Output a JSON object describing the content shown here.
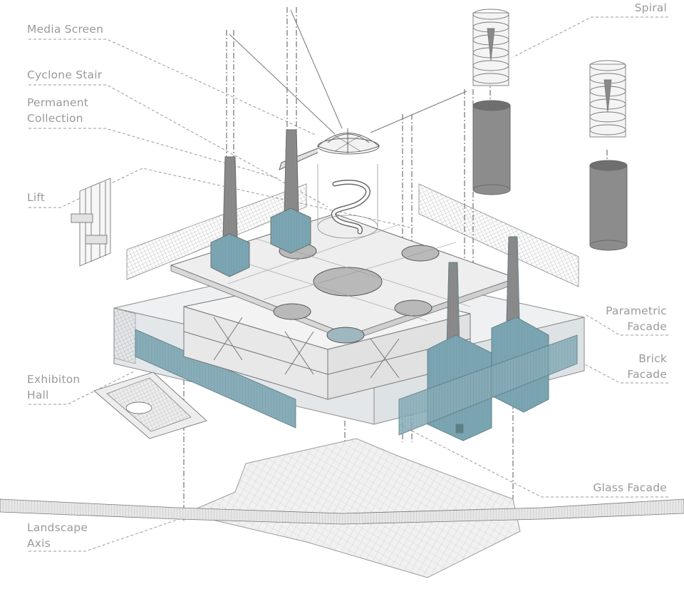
{
  "labels": {
    "media_screen": "Media Screen",
    "cyclone_stair": "Cyclone Stair",
    "permanent_collection_1": "Permanent",
    "permanent_collection_2": "Collection",
    "lift": "Lift",
    "exhibition_hall_1": "Exhibiton",
    "exhibition_hall_2": "Hall",
    "landscape_axis_1": "Landscape",
    "landscape_axis_2": "Axis",
    "spiral": "Spiral",
    "parametric_facade_1": "Parametric",
    "parametric_facade_2": "Facade",
    "brick_facade_1": "Brick",
    "brick_facade_2": "Facade",
    "glass_facade": "Glass Facade"
  },
  "colors": {
    "label_text": "#9a9a9a",
    "leader_line": "#9a9a9a",
    "line_work": "#6f6f6f",
    "brick_teal": "#7aa5b2",
    "glass_fill": "#e9ecee",
    "ground_fill": "#eeeeee"
  }
}
